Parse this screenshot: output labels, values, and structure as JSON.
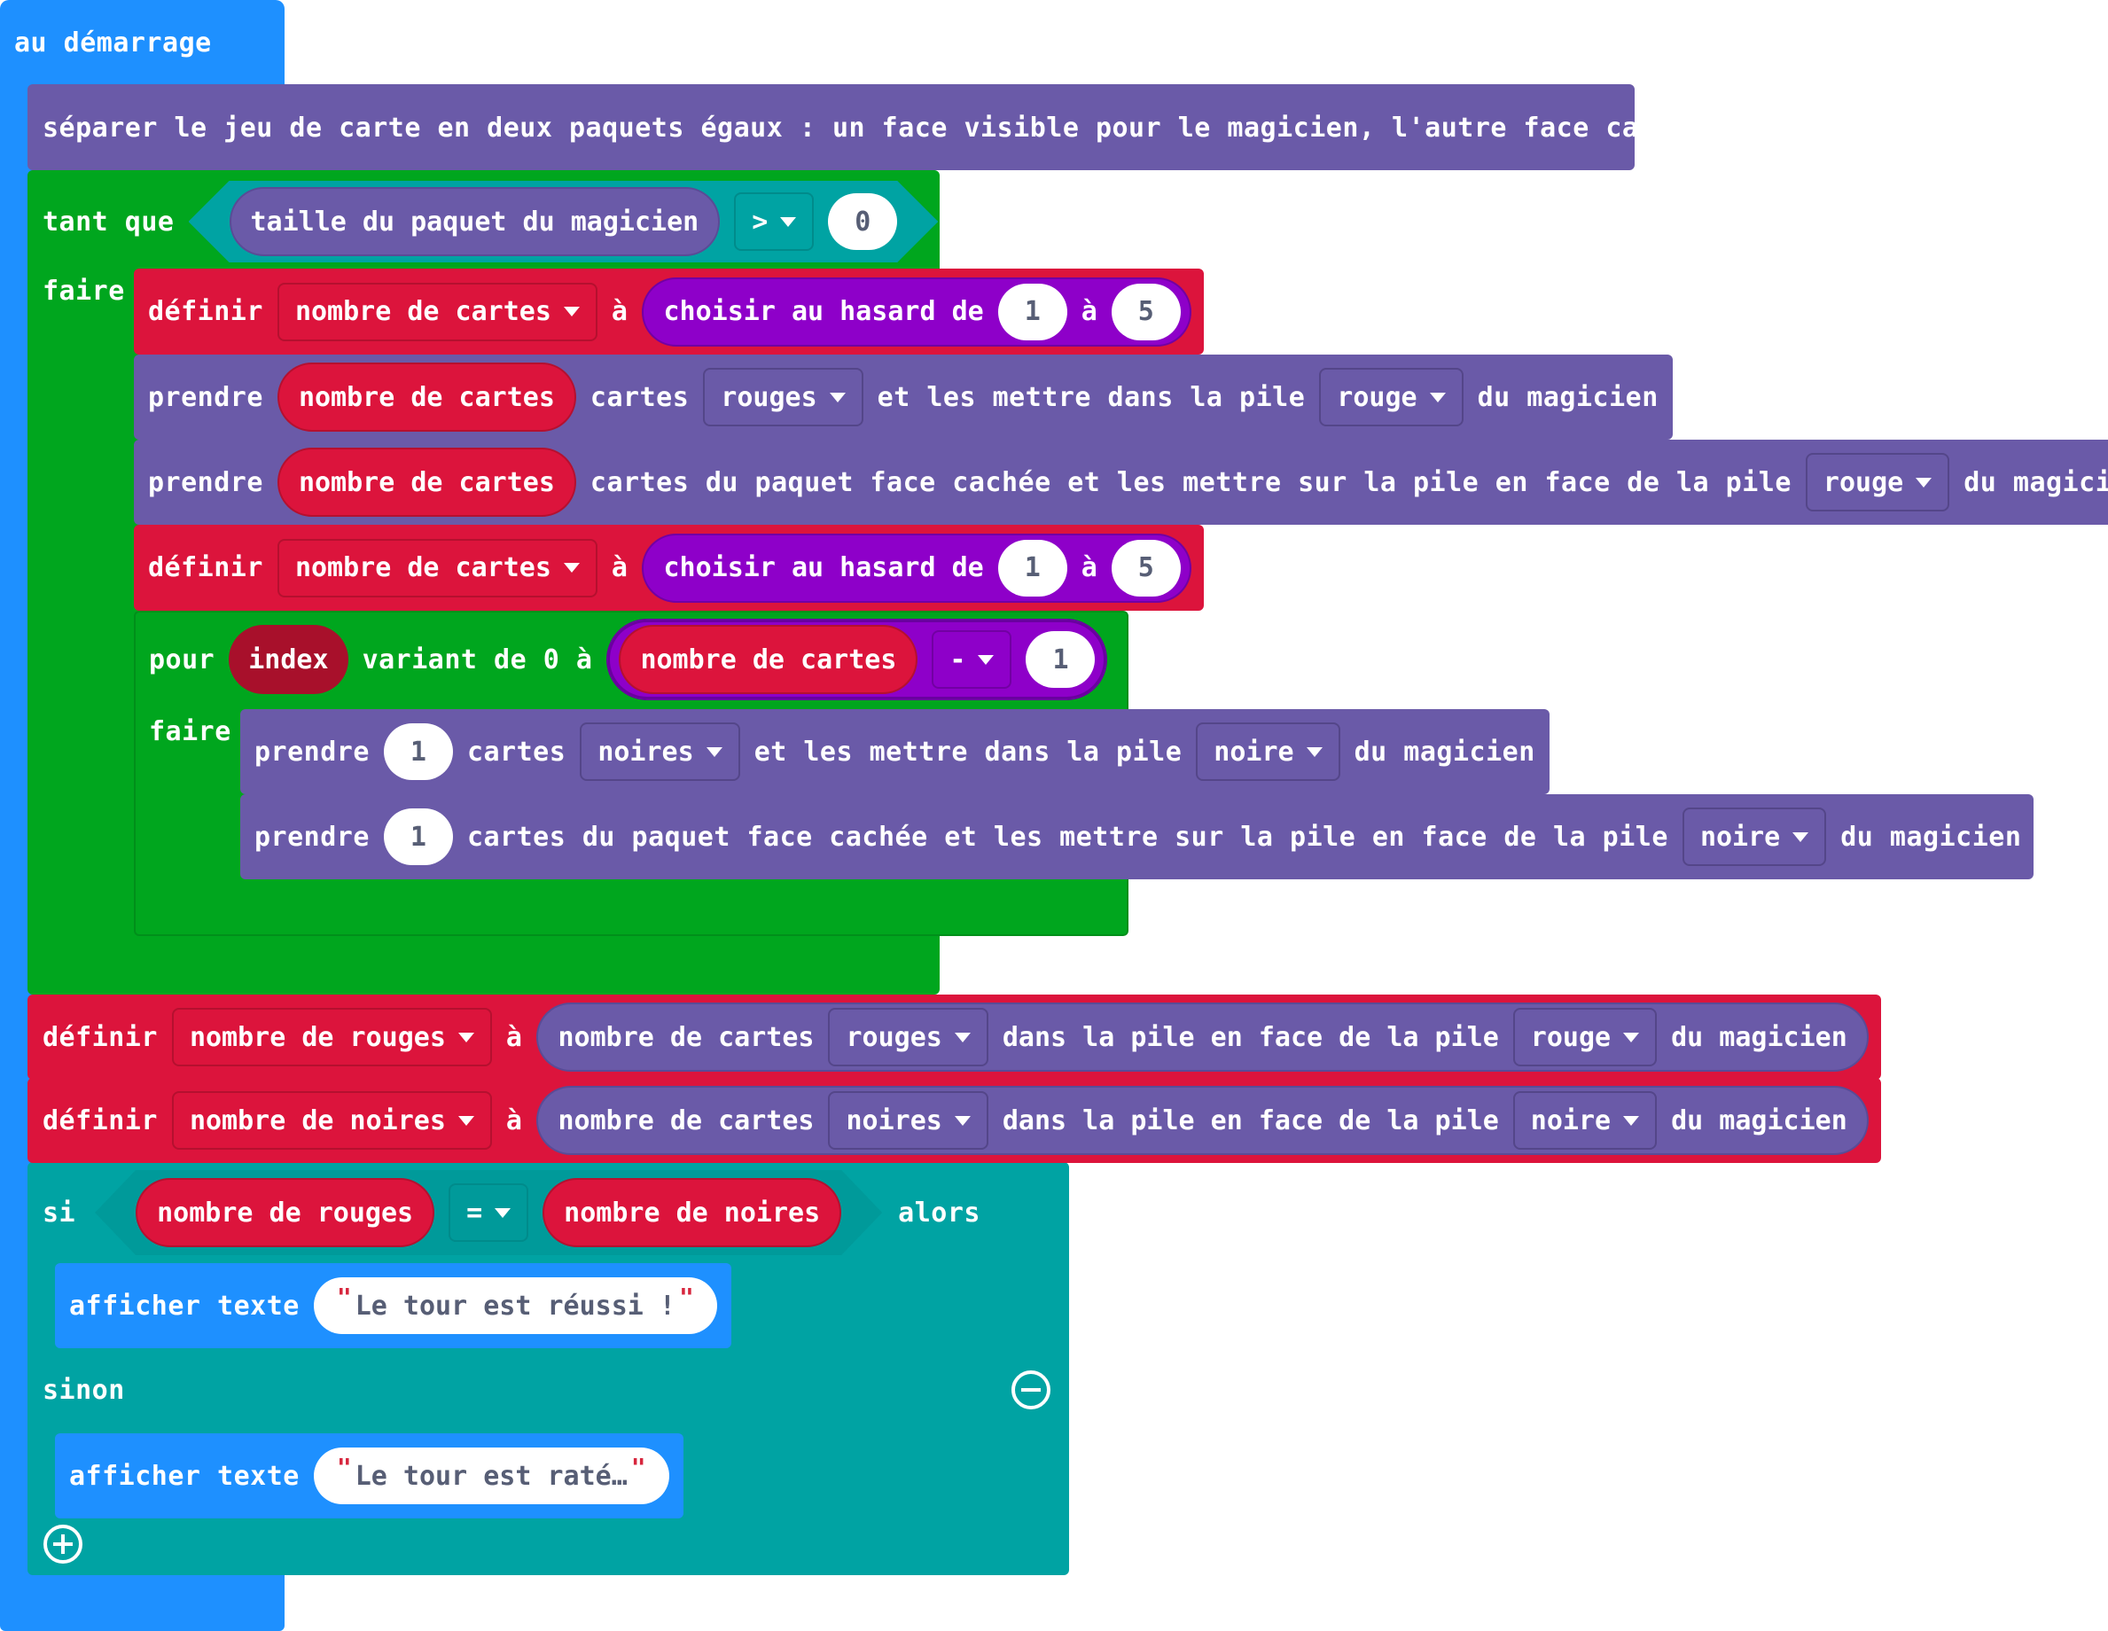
{
  "colors": {
    "event": "#1e90ff",
    "purple_block": "#6a5aa8",
    "loop": "#00a61e",
    "variables": "#dc143c",
    "math": "#8e00c9",
    "logic": "#00a3a3",
    "basic": "#1e90ff"
  },
  "icons": {
    "remove_else": "minus-circle-icon",
    "add_else": "plus-circle-icon",
    "dropdown": "caret-down-icon"
  },
  "on_start": {
    "label": "au démarrage"
  },
  "split_deck": {
    "text": "séparer le jeu de carte en deux paquets égaux : un face visible pour le magicien, l'autre face cachée"
  },
  "while_loop": {
    "label": "tant que",
    "do_label": "faire",
    "condition": {
      "left": "taille du paquet du magicien",
      "op": ">",
      "right": "0"
    }
  },
  "set_count_1": {
    "label": "définir",
    "var": "nombre de cartes",
    "to": "à",
    "rand_label": "choisir au hasard de",
    "from": "1",
    "and": "à",
    "max": "5"
  },
  "take_red": {
    "label": "prendre",
    "var": "nombre de cartes",
    "cards": "cartes",
    "color": "rouges",
    "mid": "et les mettre dans la pile",
    "pile": "rouge",
    "suffix": "du magicien"
  },
  "take_hidden_red": {
    "label": "prendre",
    "var": "nombre de cartes",
    "mid": "cartes du paquet face cachée et les mettre sur la pile en face de la pile",
    "pile": "rouge",
    "suffix": "du magicien"
  },
  "set_count_2": {
    "label": "définir",
    "var": "nombre de cartes",
    "to": "à",
    "rand_label": "choisir au hasard de",
    "from": "1",
    "and": "à",
    "max": "5"
  },
  "for_loop": {
    "label": "pour",
    "index": "index",
    "range": "variant de 0 à",
    "var": "nombre de cartes",
    "op": "-",
    "value": "1",
    "do_label": "faire"
  },
  "take_black": {
    "label": "prendre",
    "count": "1",
    "cards": "cartes",
    "color": "noires",
    "mid": "et les mettre dans la pile",
    "pile": "noire",
    "suffix": "du magicien"
  },
  "take_hidden_black": {
    "label": "prendre",
    "count": "1",
    "mid": "cartes du paquet face cachée et les mettre sur la pile en face de la pile",
    "pile": "noire",
    "suffix": "du magicien"
  },
  "set_reds": {
    "label": "définir",
    "var": "nombre de rouges",
    "to": "à",
    "reporter": "nombre de cartes",
    "color": "rouges",
    "mid": "dans la pile en face de la pile",
    "pile": "rouge",
    "suffix": "du magicien"
  },
  "set_blacks": {
    "label": "définir",
    "var": "nombre de noires",
    "to": "à",
    "reporter": "nombre de cartes",
    "color": "noires",
    "mid": "dans la pile en face de la pile",
    "pile": "noire",
    "suffix": "du magicien"
  },
  "if_block": {
    "label": "si",
    "left": "nombre de rouges",
    "op": "=",
    "right": "nombre de noires",
    "then": "alors",
    "else": "sinon"
  },
  "show_success": {
    "label": "afficher texte",
    "text": "Le tour est réussi !"
  },
  "show_fail": {
    "label": "afficher texte",
    "text": "Le tour est raté…"
  }
}
